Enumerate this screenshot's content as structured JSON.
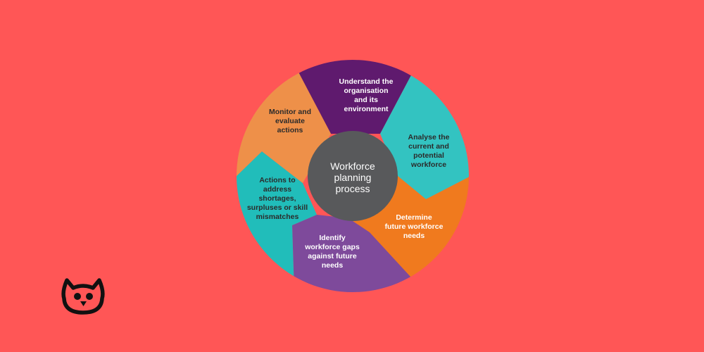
{
  "background_color": "#FF5656",
  "diagram": {
    "center": {
      "lines": [
        "Workforce",
        "planning",
        "process"
      ],
      "color": "#58595B"
    },
    "segments": [
      {
        "id": "understand",
        "lines": [
          "Understand the",
          "organisation",
          "and its",
          "environment"
        ],
        "color": "#5F1A6E",
        "text_color": "#ffffff"
      },
      {
        "id": "analyse",
        "lines": [
          "Analyse the",
          "current and",
          "potential",
          "workforce"
        ],
        "color": "#33C3C1",
        "text_color": "#2b2b2b"
      },
      {
        "id": "determine",
        "lines": [
          "Determine",
          "future workforce",
          "needs"
        ],
        "color": "#F07A1E",
        "text_color": "#ffffff"
      },
      {
        "id": "identify",
        "lines": [
          "Identify",
          "workforce gaps",
          "against future",
          "needs"
        ],
        "color": "#7E4A9B",
        "text_color": "#ffffff"
      },
      {
        "id": "actions",
        "lines": [
          "Actions to",
          "address",
          "shortages,",
          "surpluses or skill",
          "mismatches"
        ],
        "color": "#21BDBA",
        "text_color": "#2b2b2b"
      },
      {
        "id": "monitor",
        "lines": [
          "Monitor and",
          "evaluate",
          "actions"
        ],
        "color": "#EE9049",
        "text_color": "#2b2b2b"
      }
    ]
  },
  "logo": {
    "icon": "owl-icon",
    "color": "#111111"
  }
}
